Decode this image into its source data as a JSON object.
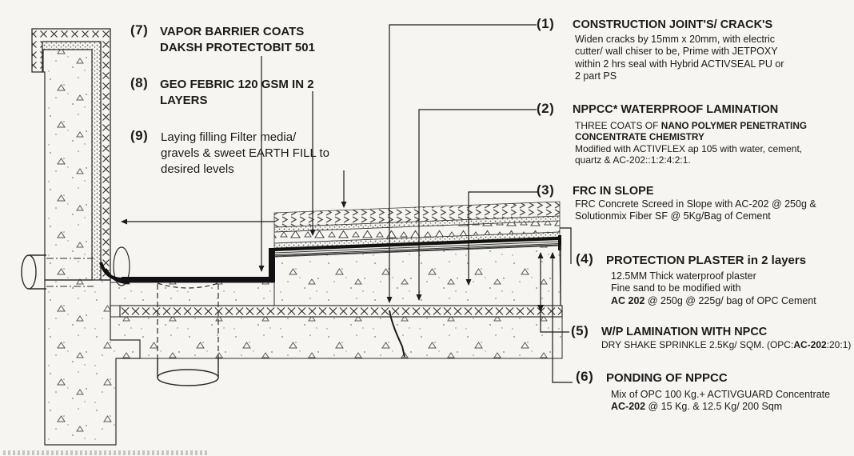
{
  "title": "Waterproofing construction detail section",
  "colors": {
    "background": "#f6f5f2",
    "ink": "#222222",
    "membrane": "#111111"
  },
  "notes_left": {
    "n7": {
      "num": "(7)",
      "title": "VAPOR BARRIER COATS DAKSH PROTECTOBIT 501"
    },
    "n8": {
      "num": "(8)",
      "title": "GEO FEBRIC 120 GSM IN 2 LAYERS"
    },
    "n9": {
      "num": "(9)",
      "body": "Laying filling Filter media/ gravels & sweet EARTH FILL to desired levels"
    }
  },
  "notes_right": {
    "n1": {
      "num": "(1)",
      "title": "CONSTRUCTION JOINT'S/ CRACK'S",
      "body": "Widen cracks by 15mm x 20mm, with electric cutter/ wall chiser to be, Prime with JETPOXY within 2 hrs seal with Hybrid ACTIVSEAL PU  or 2 part PS"
    },
    "n2": {
      "num": "(2)",
      "title": "NPPCC* WATERPROOF LAMINATION",
      "lead": "THREE COATS OF ",
      "lead_bold": "NANO POLYMER PENETRATING CONCENTRATE CHEMISTRY",
      "rest": "Modified with ACTIVFLEX ap 105 with water, cement, quartz & AC-202::1:2:4:2:1."
    },
    "n3": {
      "num": "(3)",
      "title": "FRC IN SLOPE",
      "body": "FRC Concrete Screed in Slope with AC-202 @ 250g & Solutionmix Fiber SF @ 5Kg/Bag of Cement"
    },
    "n4": {
      "num": "(4)",
      "title": "PROTECTION PLASTER in 2 layers",
      "line1": "12.5MM Thick waterproof plaster",
      "line2": "Fine sand  to be modified with",
      "line3_bold": "AC 202",
      "line3_rest": " @ 250g  @ 225g/ bag of OPC Cement"
    },
    "n5": {
      "num": "(5)",
      "title": "W/P LAMINATION WITH NPCC",
      "pre": "DRY SHAKE SPRINKLE 2.5Kg/ SQM. (OPC:",
      "bold": "AC-202",
      "post": ":20:1)"
    },
    "n6": {
      "num": "(6)",
      "title": "PONDING OF NPPCC",
      "line1": "Mix of OPC 100 Kg.+ ACTIVGUARD Concentrate",
      "line2_bold": "AC-202",
      "line2_rest": " @ 15 Kg. & 12.5 Kg/ 200 Sqm"
    }
  }
}
